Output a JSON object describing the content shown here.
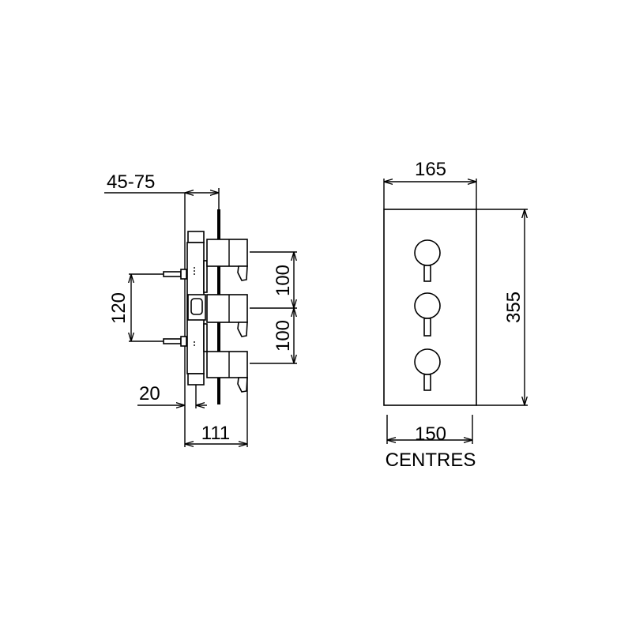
{
  "side_view": {
    "depth_range_label": "45-75",
    "handle_spacing_top_label": "100",
    "handle_spacing_bottom_label": "100",
    "fixing_spacing_label": "120",
    "offset_label": "20",
    "total_depth_label": "111"
  },
  "front_view": {
    "width_label": "165",
    "height_label": "355",
    "centres_label": "150",
    "centres_caption": "CENTRES"
  }
}
